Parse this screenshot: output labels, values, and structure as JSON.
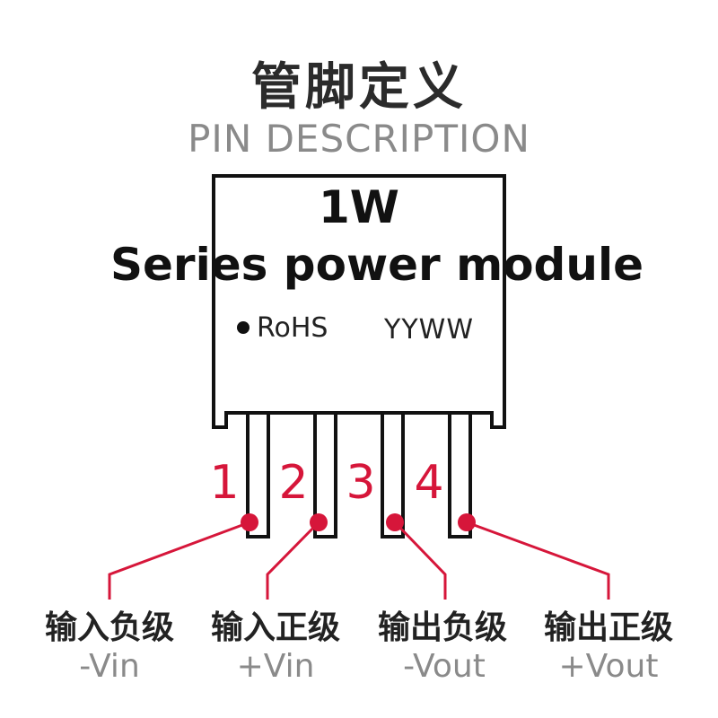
{
  "header": {
    "title_cn": "管脚定义",
    "title_en": "PIN DESCRIPTION"
  },
  "module": {
    "power": "1W",
    "series": "Series power module",
    "rohs_label": "RoHS",
    "date_code": "YYWW"
  },
  "pins": [
    {
      "number": "1",
      "name_cn": "输入负级",
      "name_en": "-Vin"
    },
    {
      "number": "2",
      "name_cn": "输入正级",
      "name_en": "+Vin"
    },
    {
      "number": "3",
      "name_cn": "输出负级",
      "name_en": "-Vout"
    },
    {
      "number": "4",
      "name_cn": "输出正级",
      "name_en": "+Vout"
    }
  ],
  "colors": {
    "accent": "#d6163a",
    "outline": "#111111",
    "muted_text": "#8a8a8a"
  }
}
